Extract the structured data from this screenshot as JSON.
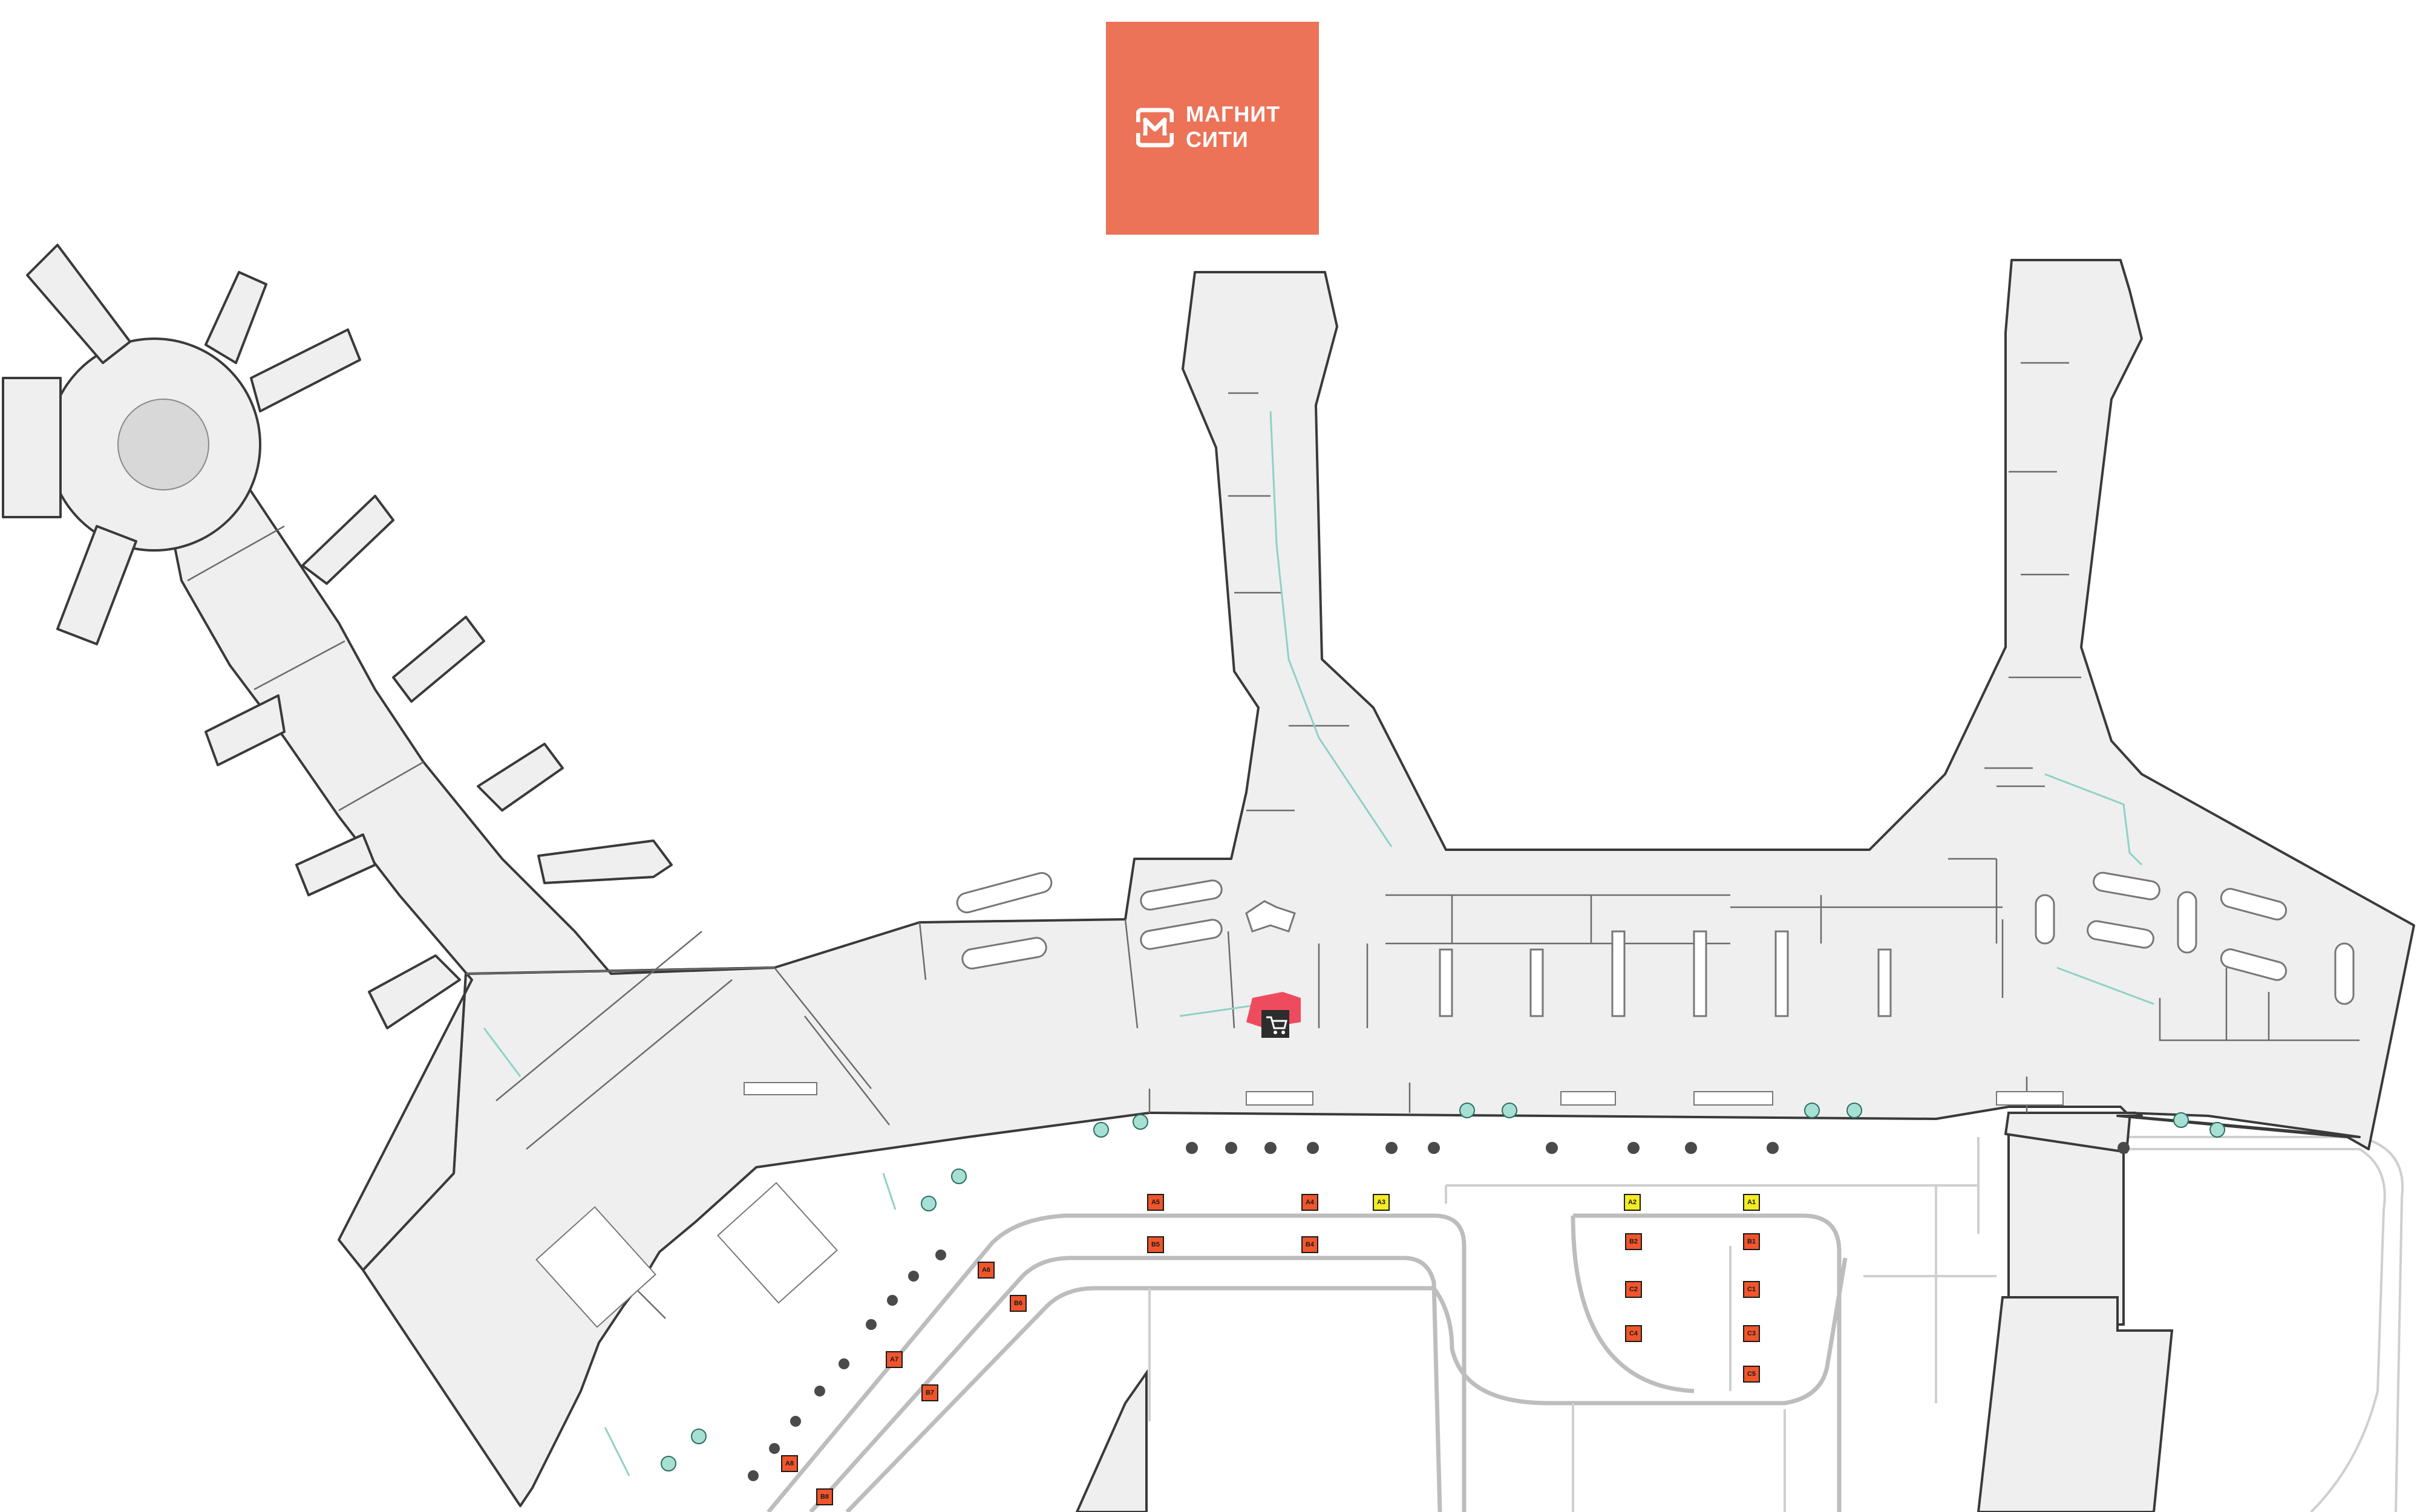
{
  "brand": {
    "name_line1": "МАГНИТ",
    "name_line2": "СИТИ",
    "logo_icon": "magnit-m-logo-icon",
    "color": "#ec7358"
  },
  "store_marker": {
    "icon": "shopping-cart-icon",
    "highlight_color": "#ef4b5e"
  },
  "parking_labels": {
    "orange_color": "#f0552c",
    "yellow_color": "#f4ec24",
    "orange": [
      "A5",
      "A4",
      "B5",
      "B4",
      "A6",
      "B6",
      "A7",
      "B7",
      "A8",
      "B8",
      "B2",
      "B1",
      "C2",
      "C1",
      "C4",
      "C3",
      "C5"
    ],
    "yellow": [
      "A3",
      "A2",
      "A1"
    ]
  },
  "exit_icon": "airplane-exit-icon"
}
